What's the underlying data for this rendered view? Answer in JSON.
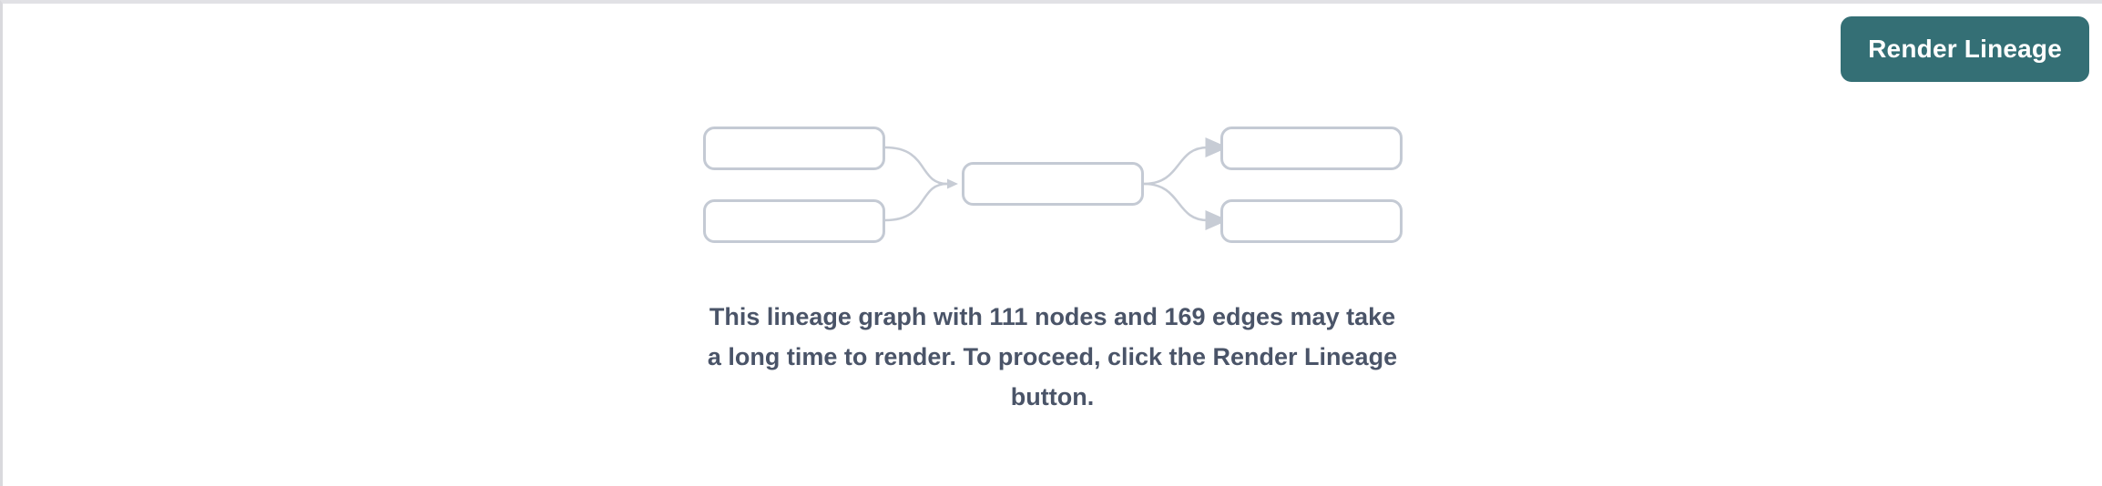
{
  "colors": {
    "accent": "#346f75",
    "accent-text": "#ffffff",
    "panel-bg": "#ffffff",
    "panel-border-top": "#e1e1e5",
    "panel-border-left": "#d9d9dd",
    "node-border": "#c4cad4",
    "node-fill": "#ffffff",
    "edge": "#c7ccd5",
    "message-text": "#4a5468"
  },
  "toolbar": {
    "render_button_label": "Render Lineage"
  },
  "graph_placeholder": {
    "icon_name": "lineage-graph-placeholder-icon",
    "node_boxes": 5,
    "edges": 4
  },
  "message": {
    "node_count": "111",
    "edge_count": "169",
    "full_text": "This lineage graph with 111 nodes and 169 edges may take a long time to render. To proceed, click the Render Lineage button.",
    "lines": [
      "This lineage graph with 111 nodes and 169 edges may take",
      "a long time to render. To proceed, click the Render Lineage",
      "button."
    ]
  }
}
